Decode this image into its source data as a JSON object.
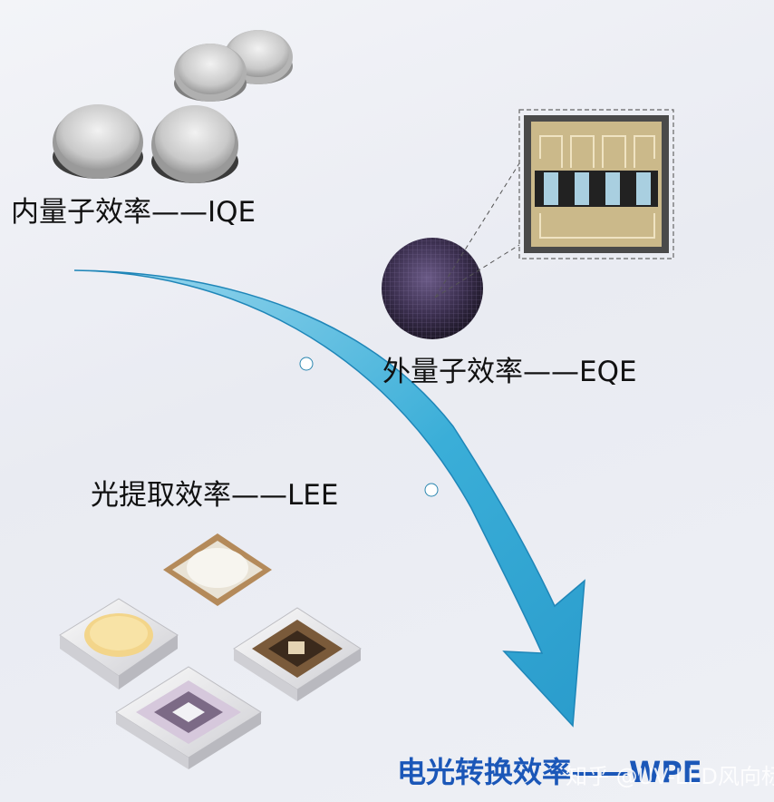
{
  "labels": {
    "iqe": "内量子效率——IQE",
    "eqe": "外量子效率——EQE",
    "lee": "光提取效率——LEE",
    "wpe": "电光转换效率——WPE"
  },
  "watermark": "知乎 @UV-LED风向标",
  "colors": {
    "arrow": "#3aaed8",
    "arrow_dark": "#1f86b8",
    "wpe_text": "#1b57b8"
  },
  "icons": {
    "chips": "sapphire-chip-icon",
    "wafer": "wafer-icon",
    "die_zoom": "led-die-icon",
    "packages": "led-package-icon"
  }
}
